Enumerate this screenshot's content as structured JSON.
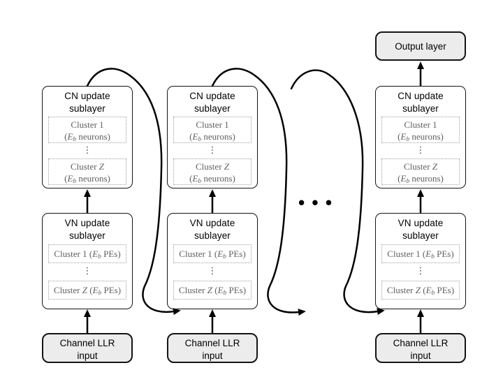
{
  "colors": {
    "canvas_bg": "#ffffff",
    "box_border": "#141414",
    "gray_fill": "#ececec",
    "cluster_text": "#5f5f5f",
    "cluster_border": "#a0a0a0",
    "wire": "#000000"
  },
  "labels": {
    "cn_title_line1": "CN update",
    "cn_title_line2": "sublayer",
    "vn_title_line1": "VN update",
    "vn_title_line2": "sublayer",
    "output": "Output layer",
    "input_line1": "Channel LLR",
    "input_line2": "input",
    "cluster_prefix": "Cluster ",
    "index_first": "1",
    "index_last": "Z",
    "paren_open": "(",
    "symbol_e": "E",
    "symbol_sub": "b",
    "neurons_close": " neurons)",
    "vn_open": " (",
    "pes_close": " PEs)",
    "vertical_dots": "⋮",
    "ellipsis": "•••"
  }
}
